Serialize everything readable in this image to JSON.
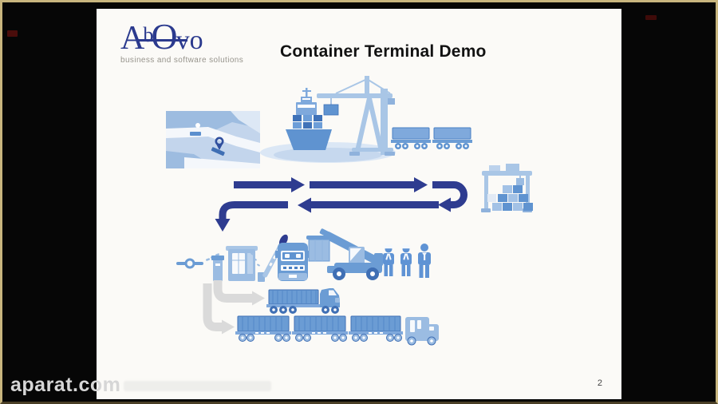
{
  "frame": {
    "background": "#060606",
    "border_color": "#c8b57e"
  },
  "slide": {
    "background": "#fbfaf7",
    "logo": {
      "part_a": "A",
      "part_b": "b",
      "part_o": "O",
      "part_vo": "vo",
      "tagline": "business and software solutions",
      "color": "#2b3a8e"
    },
    "title": "Container Terminal Demo",
    "page_number": "2"
  },
  "illustration": {
    "palette": {
      "navy_arrow": "#2e3c90",
      "blue_dark": "#3f6fb4",
      "blue_mid": "#6b9cd4",
      "blue_light": "#9bbce2",
      "blue_pale": "#dbe7f5",
      "gray_arrow": "#dadada"
    },
    "icons": [
      "port-map",
      "container-ship",
      "quay-crane",
      "container-train",
      "stacking-crane",
      "gate-checkpoint",
      "truck-front",
      "reach-stacker",
      "workers",
      "semi-truck",
      "road-train"
    ],
    "flow_arrows": [
      "right-short",
      "right-long",
      "u-turn",
      "left-long",
      "down-elbow",
      "gray-to-semi-truck",
      "gray-to-road-train"
    ]
  },
  "watermark": {
    "text": "aparat.com"
  }
}
